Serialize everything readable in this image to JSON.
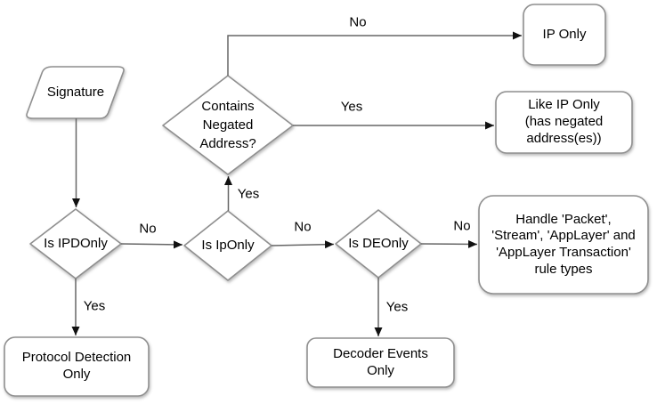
{
  "diagram": {
    "type": "flowchart",
    "background": "#ffffff",
    "colors": {
      "shape_stroke": "#8f8f8f",
      "edge_stroke": "#666666",
      "arrowhead": "#111111",
      "text": "#000000"
    },
    "nodes": [
      {
        "id": "signature",
        "type": "parallelogram-io",
        "label": "Signature"
      },
      {
        "id": "is-ipdonly",
        "type": "decision-diamond",
        "label": "Is IPDOnly"
      },
      {
        "id": "is-iponly",
        "type": "decision-diamond",
        "label": "Is IpOnly"
      },
      {
        "id": "is-deonly",
        "type": "decision-diamond",
        "label": "Is DEOnly"
      },
      {
        "id": "contains-negated-address",
        "type": "decision-diamond",
        "label": "Contains\nNegated\nAddress?"
      },
      {
        "id": "ip-only",
        "type": "rounded-box",
        "label": "IP Only"
      },
      {
        "id": "like-ip-only",
        "type": "rounded-box",
        "label": "Like IP Only\n(has negated\naddress(es))"
      },
      {
        "id": "handle-rule-types",
        "type": "rounded-box",
        "label": "Handle 'Packet',\n'Stream', 'AppLayer' and\n'AppLayer Transaction'\nrule types"
      },
      {
        "id": "protocol-detection-only",
        "type": "rounded-box",
        "label": "Protocol Detection\nOnly"
      },
      {
        "id": "decoder-events-only",
        "type": "rounded-box",
        "label": "Decoder Events\nOnly"
      }
    ],
    "edges": [
      {
        "from": "signature",
        "to": "is-ipdonly",
        "label": ""
      },
      {
        "from": "is-ipdonly",
        "to": "is-iponly",
        "label": "No"
      },
      {
        "from": "is-ipdonly",
        "to": "protocol-detection-only",
        "label": "Yes"
      },
      {
        "from": "is-iponly",
        "to": "contains-negated-address",
        "label": "Yes"
      },
      {
        "from": "is-iponly",
        "to": "is-deonly",
        "label": "No"
      },
      {
        "from": "is-deonly",
        "to": "handle-rule-types",
        "label": "No"
      },
      {
        "from": "is-deonly",
        "to": "decoder-events-only",
        "label": "Yes"
      },
      {
        "from": "contains-negated-address",
        "to": "ip-only",
        "label": "No"
      },
      {
        "from": "contains-negated-address",
        "to": "like-ip-only",
        "label": "Yes"
      }
    ]
  }
}
